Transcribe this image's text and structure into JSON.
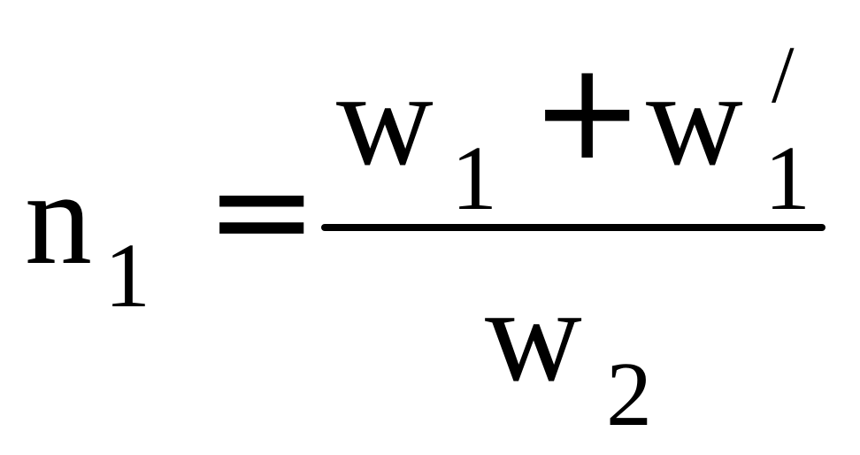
{
  "formula": {
    "lhs": {
      "symbol": "n",
      "subscript": "1"
    },
    "equals": "=",
    "numerator": {
      "term1": {
        "symbol": "w",
        "subscript": "1"
      },
      "operator": "+",
      "term2": {
        "symbol": "w",
        "subscript": "1",
        "prime": "/"
      }
    },
    "denominator": {
      "symbol": "w",
      "subscript": "2"
    }
  }
}
